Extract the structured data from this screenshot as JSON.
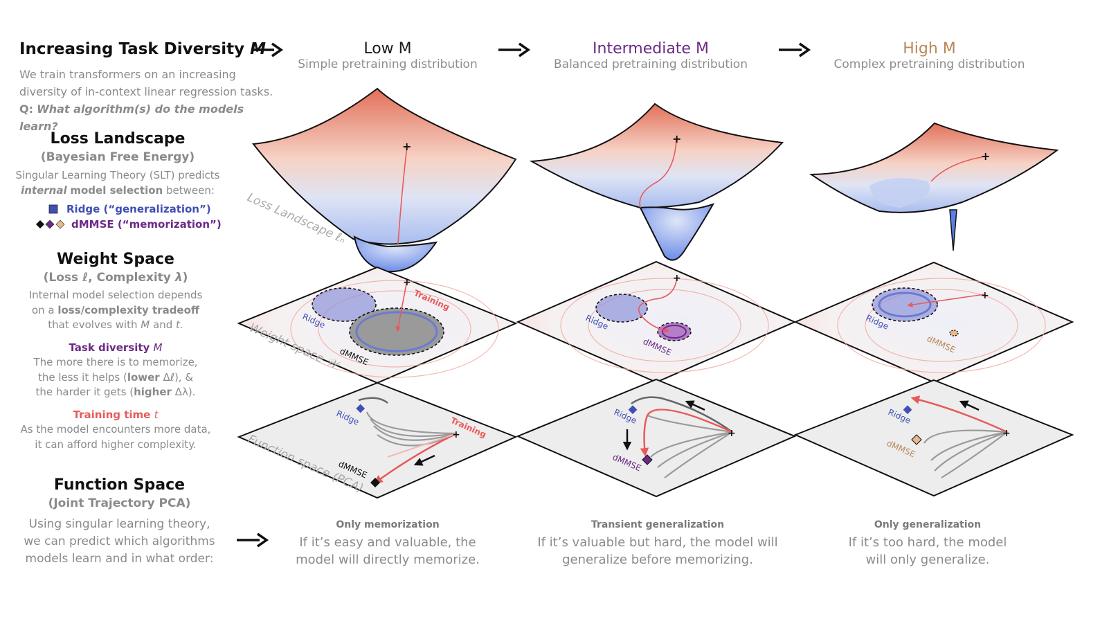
{
  "intro": {
    "title_prefix": "Increasing Task Diversity ",
    "title_var": "M",
    "text_line1": "We train transformers on an increasing",
    "text_line2": "diversity of in-context linear regression tasks.",
    "q_label": "Q:",
    "q_text": "What algorithm(s) do the models learn?"
  },
  "columns": [
    {
      "title": "Low M",
      "subtitle": "Simple pretraining distribution",
      "color": "#1a1a1a",
      "verdict": "Only memorization",
      "verdict_line1": "If it’s easy and valuable, the",
      "verdict_line2": "model will directly memorize."
    },
    {
      "title": "Intermediate M",
      "subtitle": "Balanced pretraining distribution",
      "color": "#6b2a86",
      "verdict": "Transient generalization",
      "verdict_line1": "If it’s valuable but hard, the model will",
      "verdict_line2": "generalize before memorizing."
    },
    {
      "title": "High M",
      "subtitle": "Complex pretraining distribution",
      "color": "#b98858",
      "verdict": "Only generalization",
      "verdict_line1": "If it’s too hard, the model",
      "verdict_line2": "will only generalize."
    }
  ],
  "loss_section": {
    "title": "Loss Landscape",
    "subtitle": "(Bayesian Free Energy)",
    "line1": "Singular Learning Theory (SLT) predicts",
    "line2_em": "internal",
    "line2_bold": "model selection",
    "line2_rest": "between:",
    "ridge_label": "Ridge (“generalization”)",
    "dmmse_label": "dMMSE (“memorization”)"
  },
  "weight_section": {
    "title": "Weight Space",
    "subtitle_a": "(Loss ",
    "subtitle_l": "ℓ",
    "subtitle_b": ", Complexity ",
    "subtitle_lambda": "λ",
    "subtitle_c": ")",
    "line1": "Internal model selection depends",
    "line2_a": "on a",
    "line2_bold": "loss/complexity tradeoff",
    "line3_a": "that evolves with",
    "line3_m": "M",
    "line3_b": "and",
    "line3_t": "t.",
    "task_label": "Task diversity",
    "task_var": "M",
    "task_line1": "The more there is to memorize,",
    "task_line2_a": "the less it helps (",
    "task_line2_bold": "lower",
    "task_line2_b": "Δℓ), &",
    "task_line3_a": "the harder it gets (",
    "task_line3_bold": "higher",
    "task_line3_b": "Δλ).",
    "time_label": "Training time",
    "time_var": "t",
    "time_line1": "As the model encounters more data,",
    "time_line2": "it can afford higher complexity."
  },
  "function_section": {
    "title": "Function Space",
    "subtitle": "(Joint Trajectory PCA)",
    "line1": "Using singular learning theory,",
    "line2": "we can predict which algorithms",
    "line3": "models learn and in what order:"
  },
  "plane_labels": {
    "loss": "Loss Landscape ℓₙ",
    "weight": "Weight space 𝒲",
    "function": "Function space (PCA)",
    "training": "Training",
    "ridge": "Ridge",
    "dmmse": "dMMSE"
  },
  "colors": {
    "ridge": "#3f4fb5",
    "dmmse_low": "#111111",
    "dmmse_mid": "#6b2a86",
    "dmmse_high": "#e9b98a",
    "training": "#e85a5a",
    "plane": "#efefef"
  }
}
